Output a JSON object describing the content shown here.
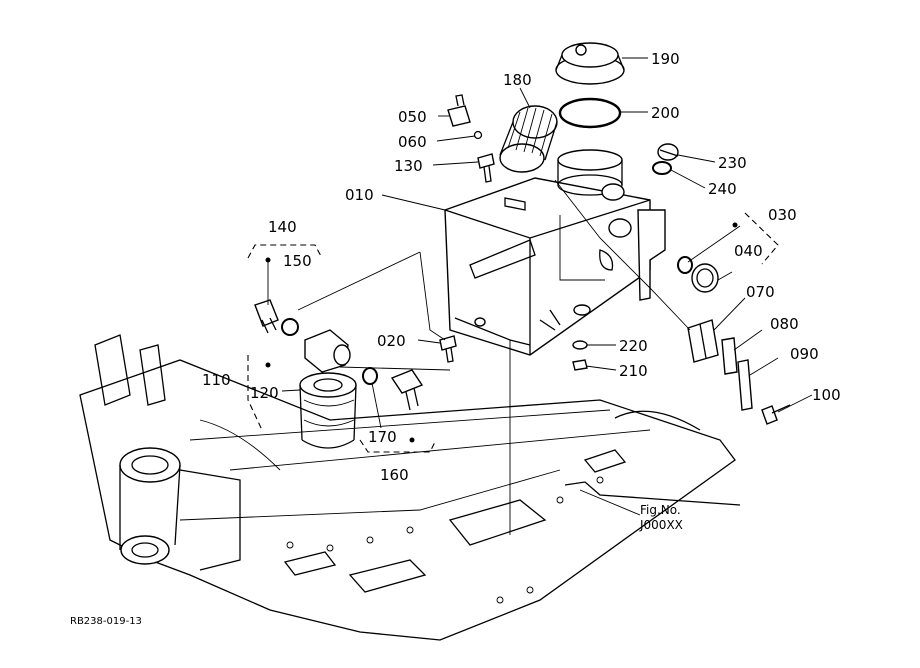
{
  "figure": {
    "fig_no_label": "Fig.No.",
    "fig_no_value": "J000XX",
    "drawing_code": "RB238-019-13"
  },
  "callouts": {
    "c010": "010",
    "c020": "020",
    "c030": "030",
    "c040": "040",
    "c050": "050",
    "c060": "060",
    "c070": "070",
    "c080": "080",
    "c090": "090",
    "c100": "100",
    "c110": "110",
    "c120": "120",
    "c130": "130",
    "c140": "140",
    "c150": "150",
    "c160": "160",
    "c170": "170",
    "c180": "180",
    "c190": "190",
    "c200": "200",
    "c210": "210",
    "c220": "220",
    "c230": "230",
    "c240": "240"
  }
}
